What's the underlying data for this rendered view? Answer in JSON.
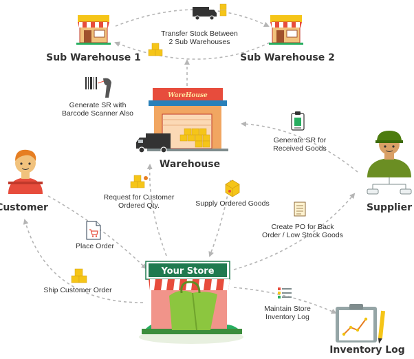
{
  "nodes": {
    "sub_warehouse_1": "Sub Warehouse 1",
    "sub_warehouse_2": "Sub Warehouse 2",
    "warehouse": "Warehouse",
    "warehouse_sign": "WareHouse",
    "customer": "Customer",
    "supplier": "Supplier",
    "your_store": "Your Store",
    "inventory_log": "Inventory Log"
  },
  "edges": {
    "transfer_stock": [
      "Transfer Stock Between",
      "2 Sub Warehouses"
    ],
    "generate_sr_barcode": [
      "Generate SR with",
      "Barcode Scanner Also"
    ],
    "generate_sr_received": [
      "Generate SR for",
      "Received Goods"
    ],
    "request_customer_qty": [
      "Request for Customer",
      "Ordered Qty."
    ],
    "supply_ordered_goods": [
      "Supply Ordered Goods"
    ],
    "create_po": [
      "Create PO for Back",
      "Order / Low Stock Goods"
    ],
    "place_order": [
      "Place Order"
    ],
    "ship_customer_order": [
      "Ship Customer Order"
    ],
    "maintain_inventory_log": [
      "Maintain Store",
      "Inventory Log"
    ]
  },
  "colors": {
    "store_green": "#1f7a4f",
    "bag_green": "#8cc63f",
    "awning_red": "#e74c3c",
    "box_yellow": "#f5c518",
    "arrow_gray": "#b5b5b5"
  }
}
